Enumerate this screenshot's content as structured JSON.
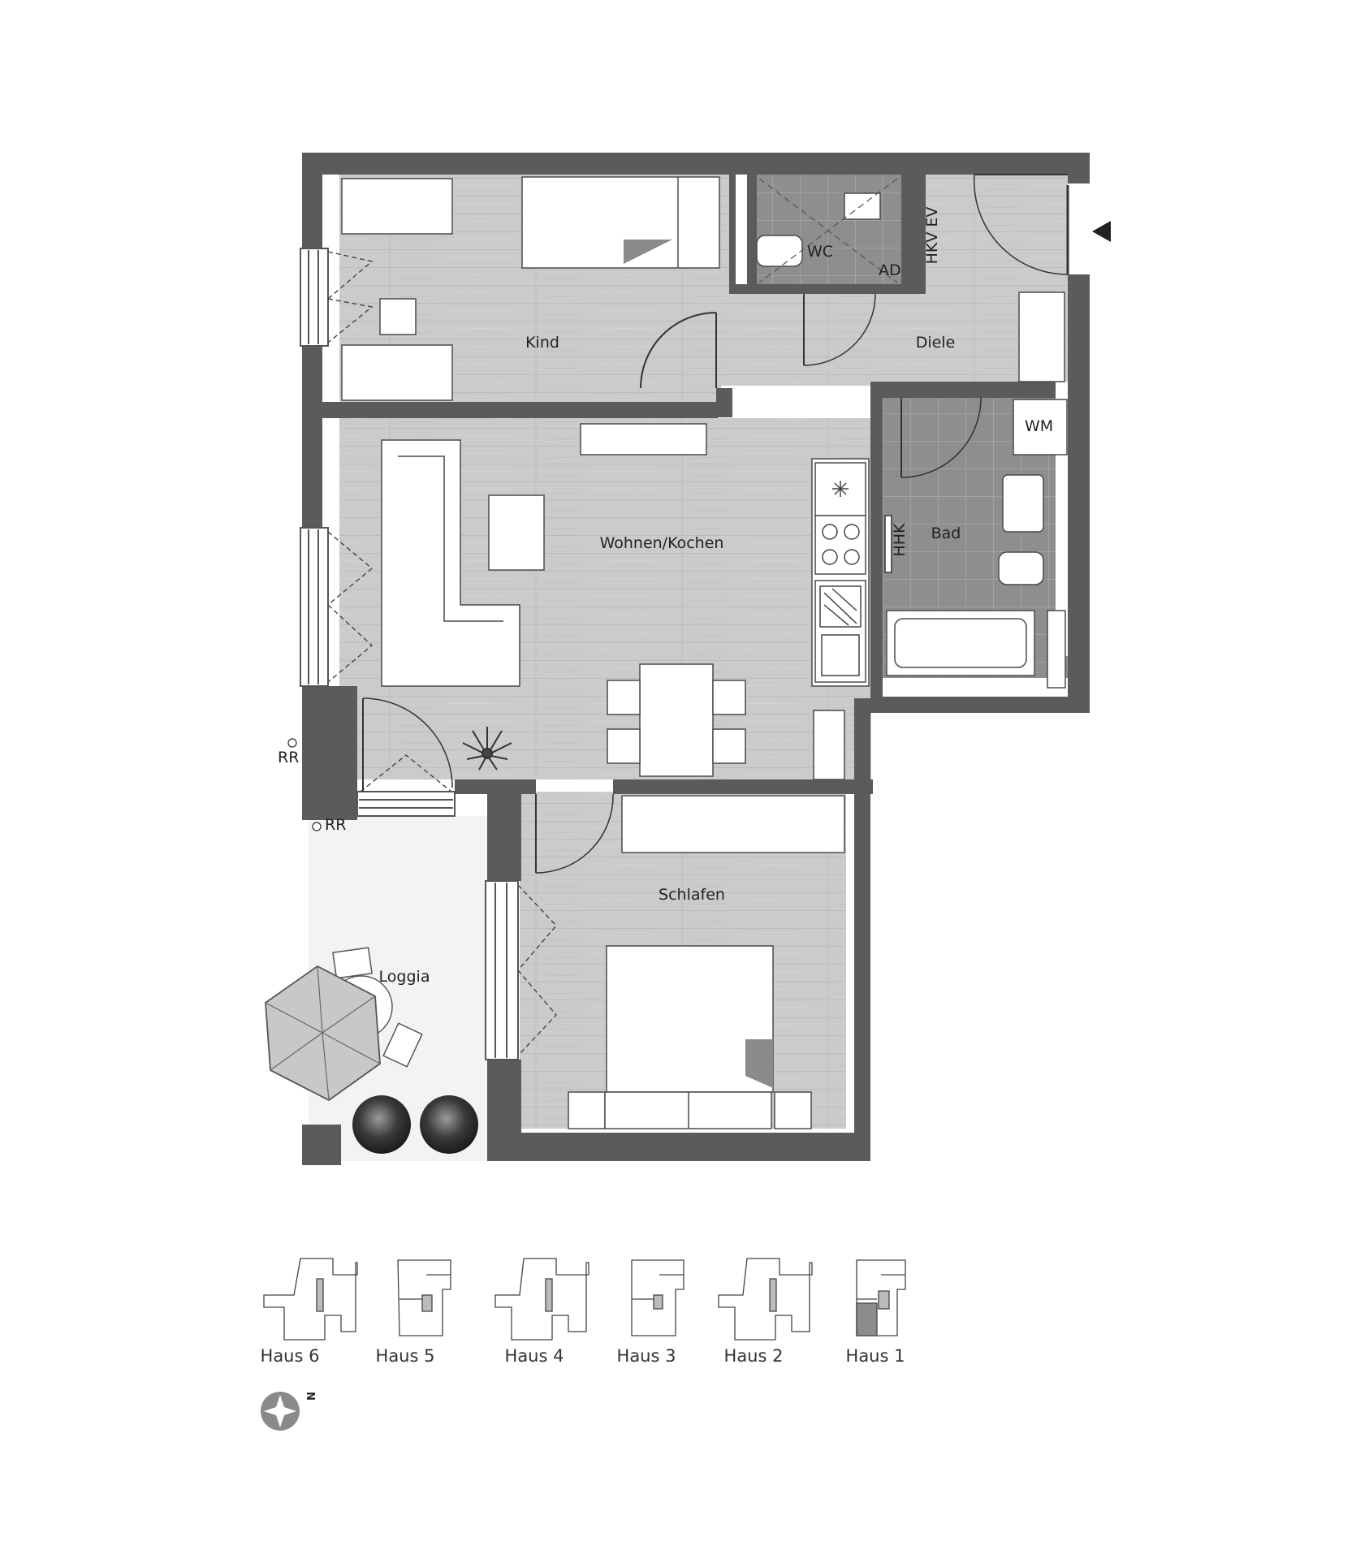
{
  "rooms": {
    "kind": "Kind",
    "diele": "Diele",
    "wohnen": "Wohnen/Kochen",
    "bad": "Bad",
    "schlafen": "Schlafen",
    "loggia": "Loggia",
    "wc": "WC"
  },
  "fixtures": {
    "ad": "AD",
    "hkv_ev": "HKV EV",
    "wm": "WM",
    "hhk": "HHK",
    "rr_1": "RR",
    "rr_2": "RR"
  },
  "houses": [
    "Haus 6",
    "Haus 5",
    "Haus 4",
    "Haus 3",
    "Haus 2",
    "Haus 1"
  ],
  "compass": {
    "north": "N"
  },
  "colors": {
    "wall": "#5b5b5b",
    "wood_floor": "#c9c9c9",
    "tile_floor": "#8f8f8f",
    "furniture": "#ffffff",
    "loggia_floor": "#f2f2f2",
    "highlight": "#8c8c8c"
  }
}
